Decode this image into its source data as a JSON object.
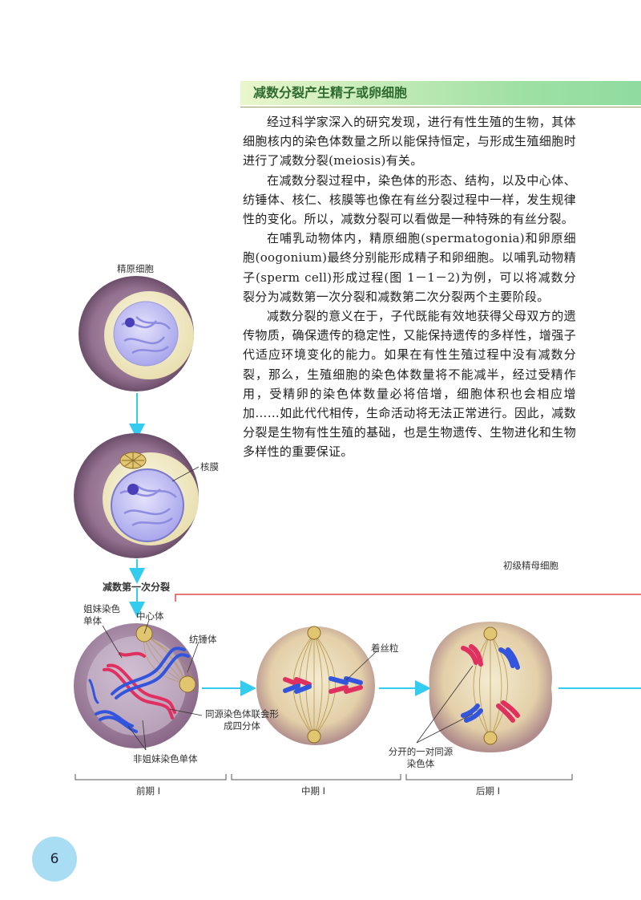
{
  "section": {
    "title": "减数分裂产生精子或卵细胞"
  },
  "paragraphs": [
    "经过科学家深入的研究发现，进行有性生殖的生物，其体细胞核内的染色体数量之所以能保持恒定，与形成生殖细胞时进行了减数分裂(meiosis)有关。",
    "在减数分裂过程中，染色体的形态、结构，以及中心体、纺锤体、核仁、核膜等也像在有丝分裂过程中一样，发生规律性的变化。所以，减数分裂可以看做是一种特殊的有丝分裂。",
    "在哺乳动物体内，精原细胞(spermatogonia)和卵原细胞(oogonium)最终分别能形成精子和卵细胞。以哺乳动物精子(sperm cell)形成过程(图 1－1－2)为例，可以将减数分裂分为减数第一次分裂和减数第二次分裂两个主要阶段。",
    "减数分裂的意义在于，子代既能有效地获得父母双方的遗传物质，确保遗传的稳定性，又能保持遗传的多样性，增强子代适应环境变化的能力。如果在有性生殖过程中没有减数分裂，那么，生殖细胞的染色体数量将不能减半，经过受精作用，受精卵的染色体数量必将倍增，细胞体积也会相应增加……如此代代相传，生命活动将无法正常进行。因此，减数分裂是生物有性生殖的基础，也是生物遗传、生物进化和生物多样性的重要保证。"
  ],
  "diagram": {
    "labels": {
      "spermatogonium": "精原细胞",
      "nuclear_membrane": "核膜",
      "primary_spermatocyte": "初级精母细胞",
      "meiosis_one": "减数第一次分裂",
      "sister_chromatid": "姐妹染色单体",
      "centrosome": "中心体",
      "spindle": "纺锤体",
      "homolog_synapsis": "同源染色体联会形成四分体",
      "non_sister_chromatid": "非姐妹染色单体",
      "centromere": "着丝粒",
      "separated_homologs": "分开的一对同源染色体"
    },
    "stages": [
      "前期 I",
      "中期 I",
      "后期 I"
    ]
  },
  "page": {
    "number": "6"
  },
  "colors": {
    "cell_outer": "#7a5a7a",
    "cell_cytoplasm": "#f3ebc4",
    "nucleus": "#c9c8f4",
    "arrow": "#33ccee",
    "red_line": "#e04a4a",
    "chrom_red": "#e03060",
    "chrom_blue": "#3355dd"
  }
}
